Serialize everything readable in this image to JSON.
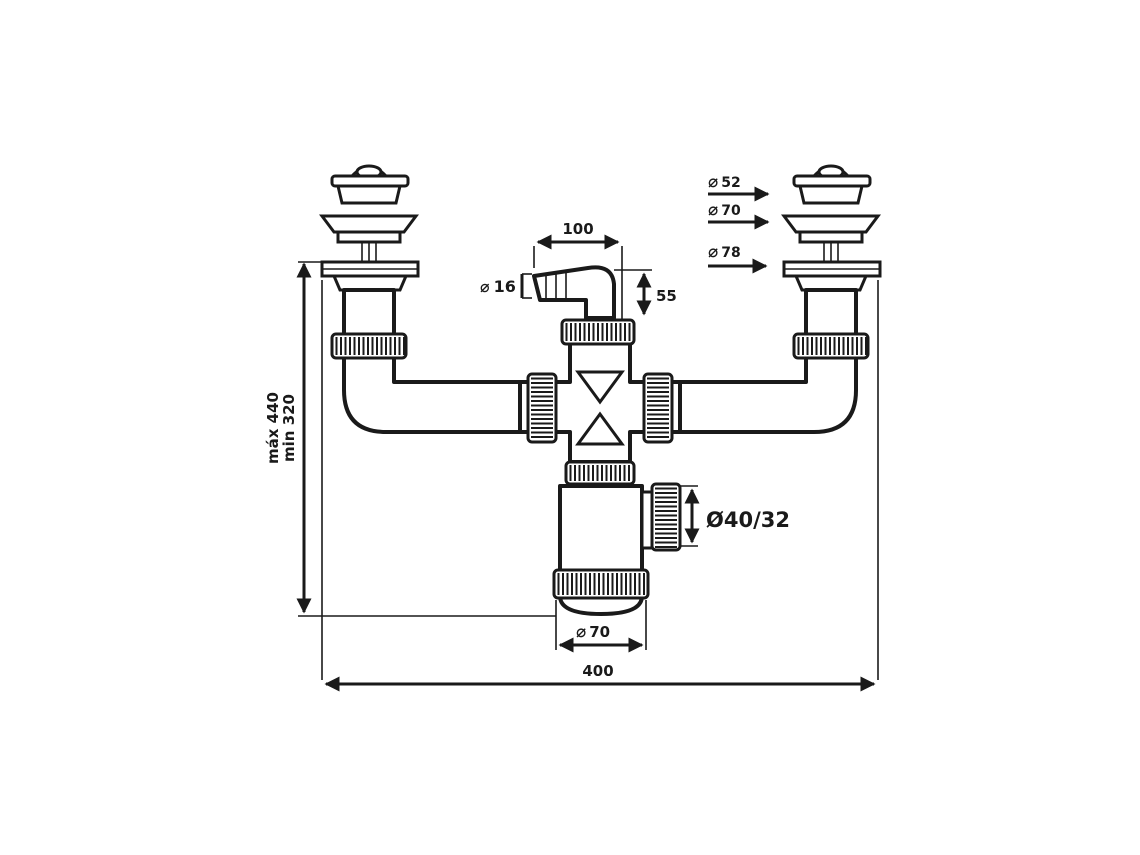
{
  "dimensions": {
    "hose_length": "100",
    "hose_diameter": "16",
    "hose_height": "55",
    "strainer_small": "52",
    "strainer_medium": "70",
    "strainer_large": "78",
    "outlet": "Ø40/32",
    "trap_diameter": "70",
    "total_width": "400",
    "height_max": "máx 440",
    "height_min": "min 320"
  },
  "icons": {
    "diameter": "⌀"
  }
}
